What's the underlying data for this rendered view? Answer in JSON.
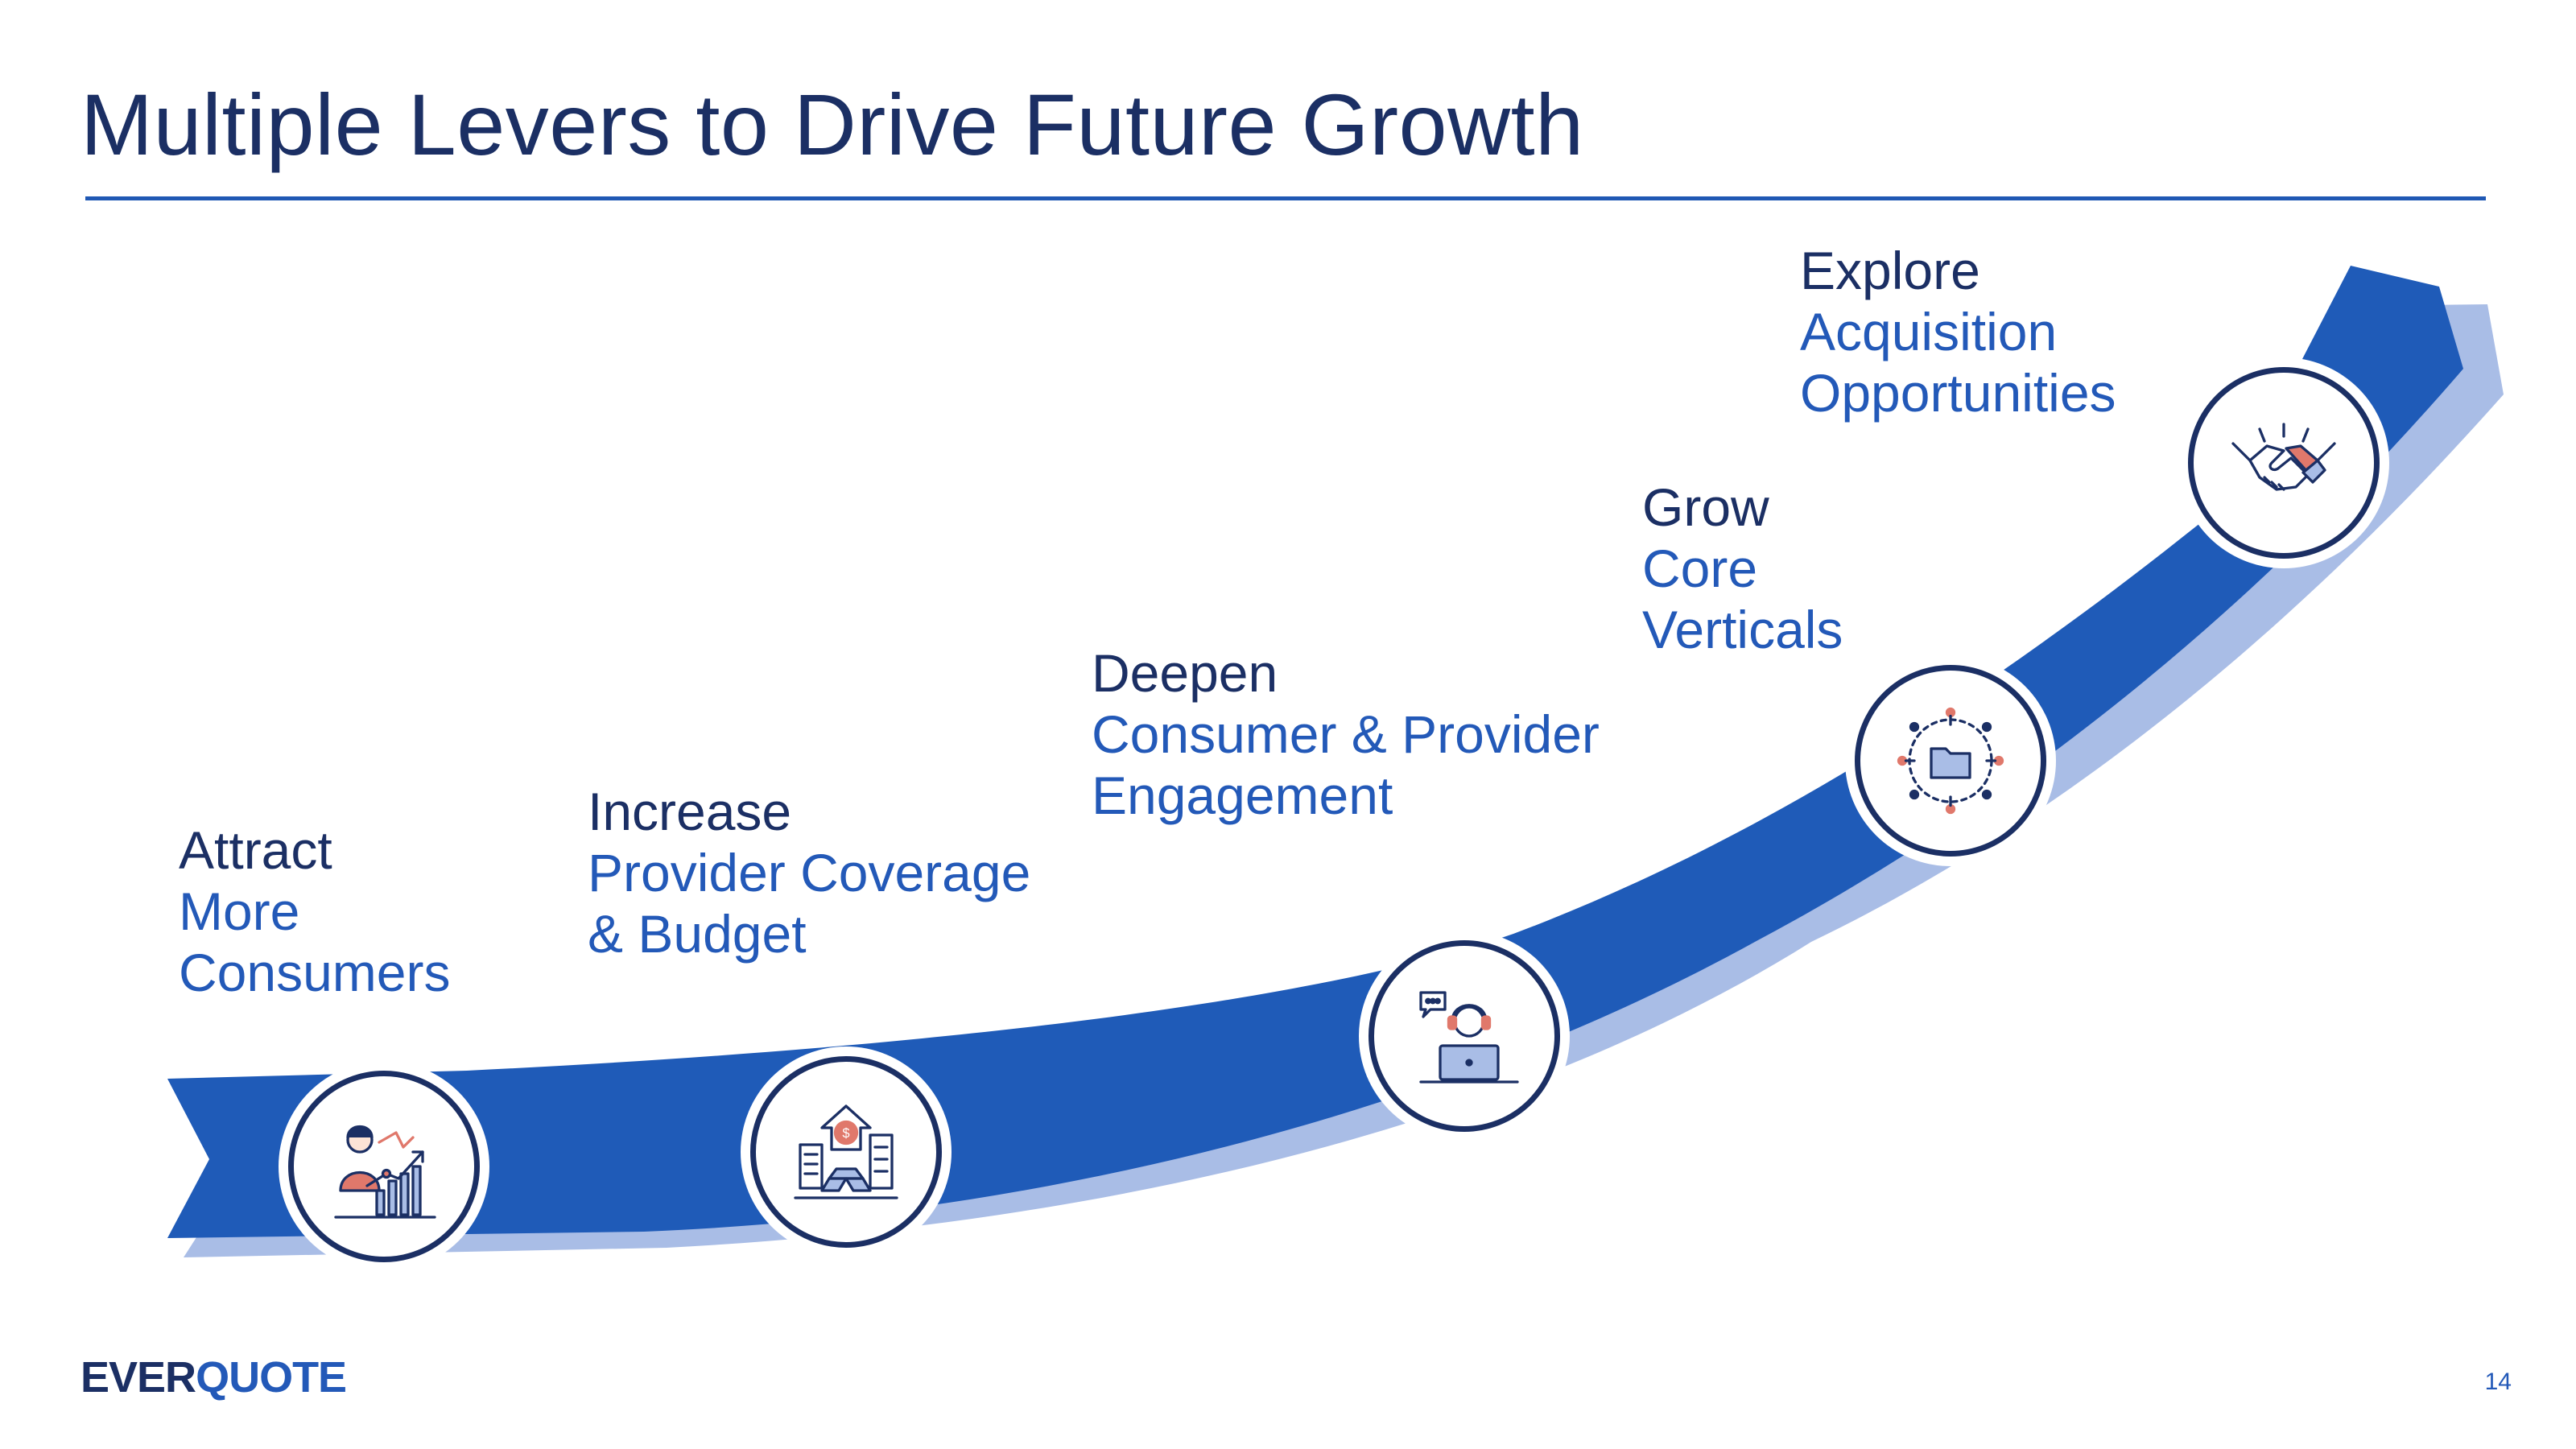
{
  "slide": {
    "title": "Multiple Levers to Drive Future Growth",
    "page_number": "14"
  },
  "brand": {
    "logo_part1": "EVER",
    "logo_part2": "QUOTE",
    "colors": {
      "navy": "#1b2f64",
      "blue": "#2359b8",
      "arrow": "#1f5bb8",
      "arrow_shadow": "#a9bde6",
      "accent_red": "#e0786b"
    }
  },
  "levers": [
    {
      "verb": "Attract",
      "object_line1": "More",
      "object_line2": "Consumers",
      "icon": "growth-person-icon"
    },
    {
      "verb": "Increase",
      "object_line1": "Provider Coverage",
      "object_line2": "& Budget",
      "icon": "money-buildings-icon"
    },
    {
      "verb": "Deepen",
      "object_line1": "Consumer & Provider",
      "object_line2": "Engagement",
      "icon": "support-agent-icon"
    },
    {
      "verb": "Grow",
      "object_line1": "Core",
      "object_line2": "Verticals",
      "icon": "folder-network-icon"
    },
    {
      "verb": "Explore",
      "object_line1": "Acquisition",
      "object_line2": "Opportunities",
      "icon": "handshake-icon"
    }
  ]
}
